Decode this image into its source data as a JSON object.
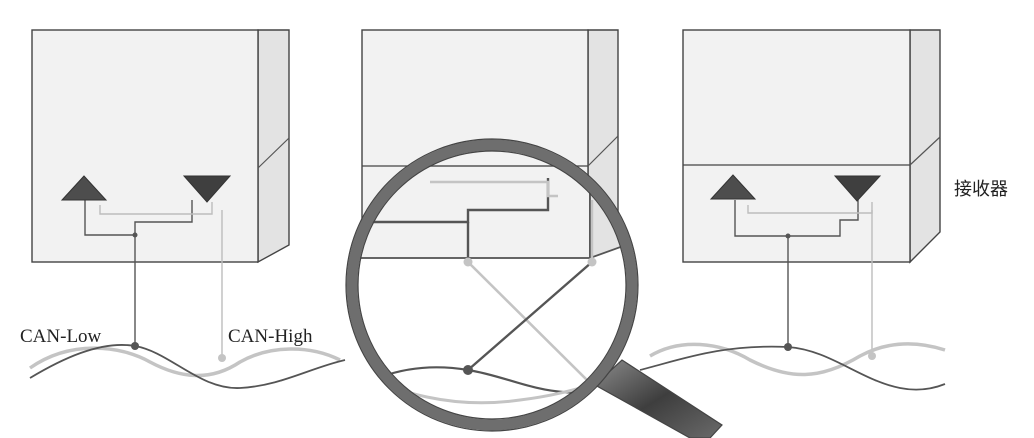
{
  "labels": {
    "can_low": "CAN-Low",
    "can_high": "CAN-High",
    "receiver": "接收器"
  },
  "colors": {
    "box_fill": "#f1f1f1",
    "box_side": "#e2e2e2",
    "outline": "#444444",
    "wire_dark": "#555555",
    "wire_light": "#b8b8b8",
    "triangle_up": "#4d4d4d",
    "triangle_down": "#3f3f3f",
    "lens_rim": "#6e6e6e",
    "handle": "#4f4f4f"
  },
  "icons": {
    "transmitter": "triangle-up-icon",
    "receiver": "triangle-down-icon",
    "magnifier": "magnifying-glass-icon"
  }
}
